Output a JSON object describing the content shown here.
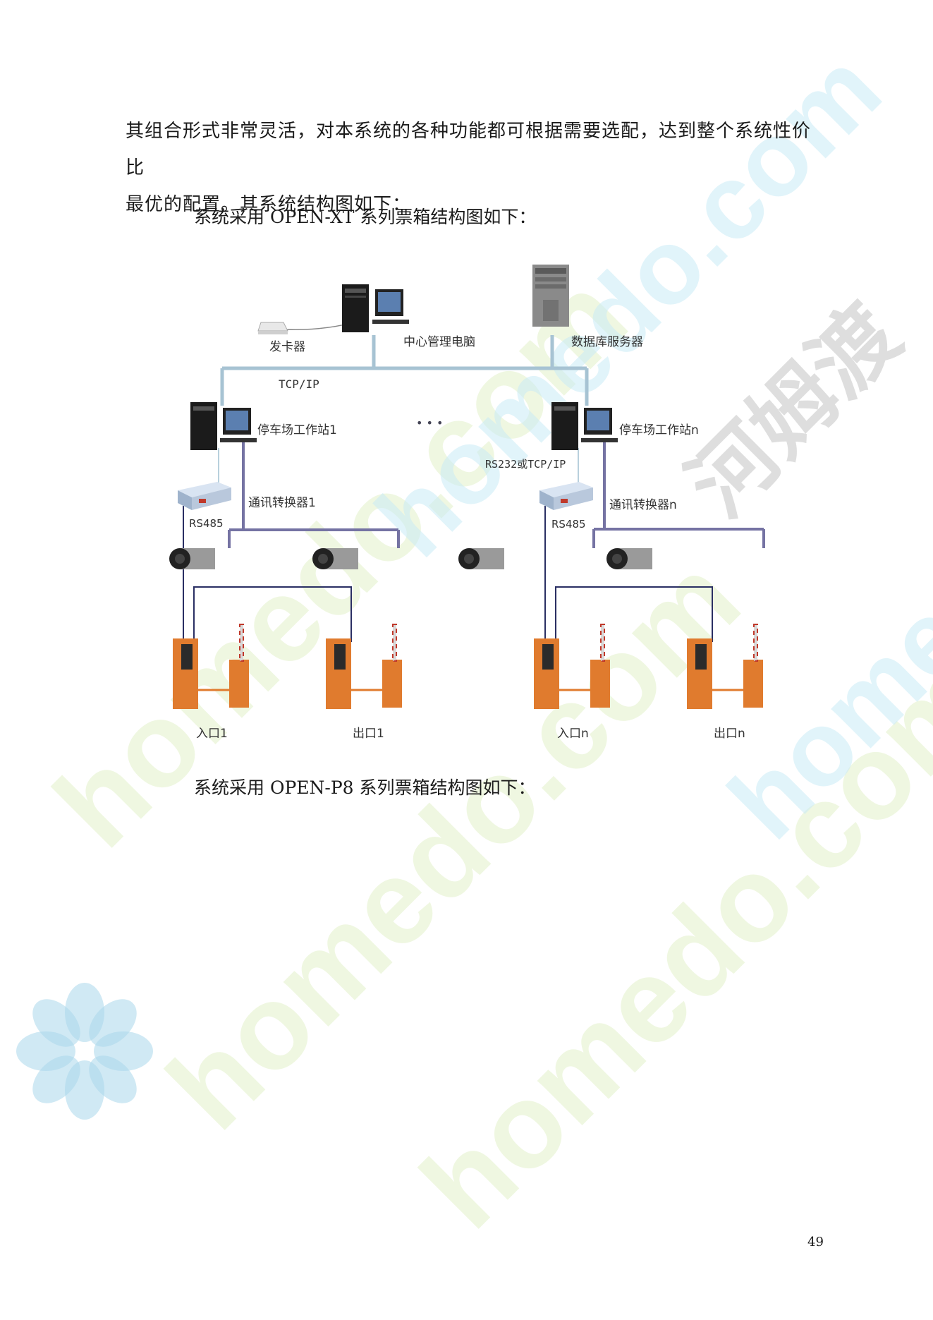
{
  "paragraph": {
    "line1": "其组合形式非常灵活，对本系统的各种功能都可根据需要选配，达到整个系统性价比",
    "line2": "最优的配置。其系统结构图如下："
  },
  "captions": {
    "xt": "系统采用 OPEN-XT 系列票箱结构图如下：",
    "p8": "系统采用 OPEN-P8 系列票箱结构图如下："
  },
  "diagram": {
    "card_reader": "发卡器",
    "central_pc": "中心管理电脑",
    "db_server": "数据库服务器",
    "tcpip": "TCP/IP",
    "ws1": "停车场工作站1",
    "wsn": "停车场工作站n",
    "ellipsis": "• • •",
    "rs232": "RS232或TCP/IP",
    "conv1": "通讯转换器1",
    "convn": "通讯转换器n",
    "rs485_1": "RS485",
    "rs485_n": "RS485",
    "entry1": "入口1",
    "exit1": "出口1",
    "entryn": "入口n",
    "exitn": "出口n"
  },
  "watermark": {
    "text1": "homedo.com",
    "text2": "河姆渡"
  },
  "page_number": "49"
}
